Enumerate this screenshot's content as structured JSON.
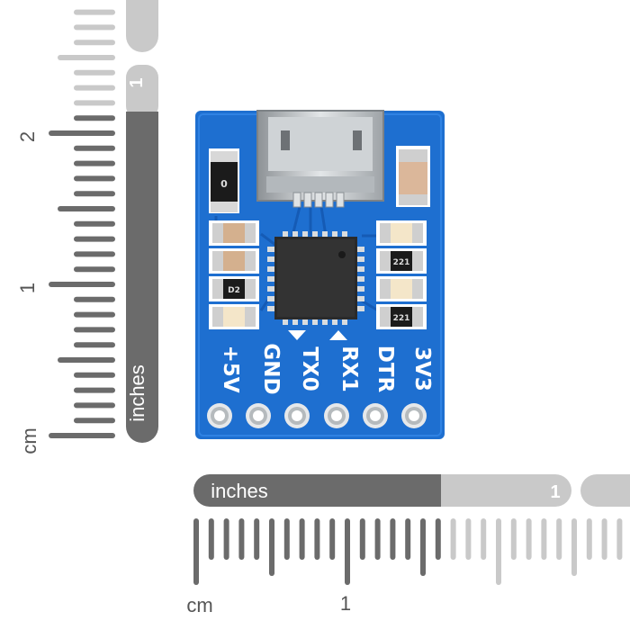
{
  "colors": {
    "pcb": "#1e6fd0",
    "pcb_dark": "#155bb5",
    "ruler_dark": "#6b6b6b",
    "ruler_light": "#c9c9c9",
    "silkscreen": "#ffffff"
  },
  "vertical_ruler": {
    "cm_label": "cm",
    "cm_numbers": [
      "1",
      "2"
    ],
    "inches_label": "inches",
    "inch_badge": "1"
  },
  "horizontal_ruler": {
    "cm_label": "cm",
    "cm_numbers": [
      "1"
    ],
    "inches_label": "inches",
    "inch_badge": "1"
  },
  "board": {
    "pin_labels": [
      "+5V",
      "GND",
      "TX0",
      "RX1",
      "DTR",
      "3V3"
    ],
    "component_markings": {
      "resistor_top_left": "0",
      "diode": "D2",
      "resistor_right_1": "221",
      "resistor_right_2": "221"
    }
  }
}
